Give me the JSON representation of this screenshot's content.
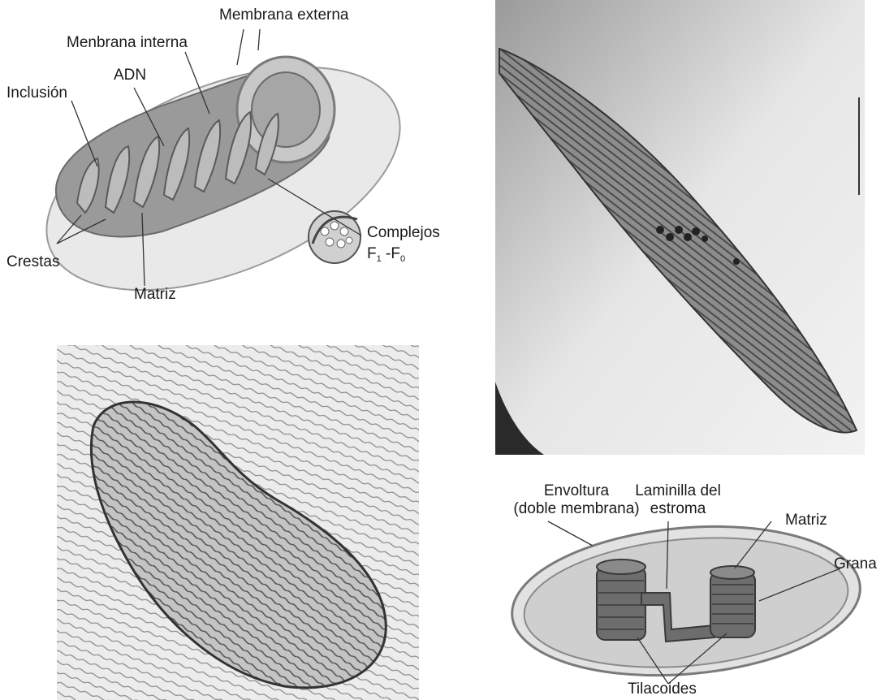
{
  "mitochondria_diagram": {
    "labels": {
      "outer_membrane": "Membrana externa",
      "inner_membrane": "Menbrana interna",
      "dna": "ADN",
      "inclusion": "Inclusión",
      "cristae": "Crestas",
      "matrix": "Matriz",
      "complexes": "Complejos",
      "f1": "F",
      "f1_sub": "1",
      "f_sep": " -F",
      "f0_sub": "0"
    }
  },
  "chloroplast_diagram": {
    "labels": {
      "envelope_line1": "Envoltura",
      "envelope_line2": "(doble membrana)",
      "stroma_lamella_line1": "Laminilla del",
      "stroma_lamella_line2": "estroma",
      "matrix": "Matriz",
      "grana": "Grana",
      "thylakoids": "Tilacoides"
    }
  },
  "micrographs": {
    "mitochondrion_em": "mitochondrion micrograph",
    "chloroplast_em": "chloroplast micrograph"
  },
  "colors": {
    "membrane_gray": "#bdbdbd",
    "matrix_gray": "#8f8f8f",
    "dark_gray": "#555555",
    "background": "#ffffff"
  }
}
